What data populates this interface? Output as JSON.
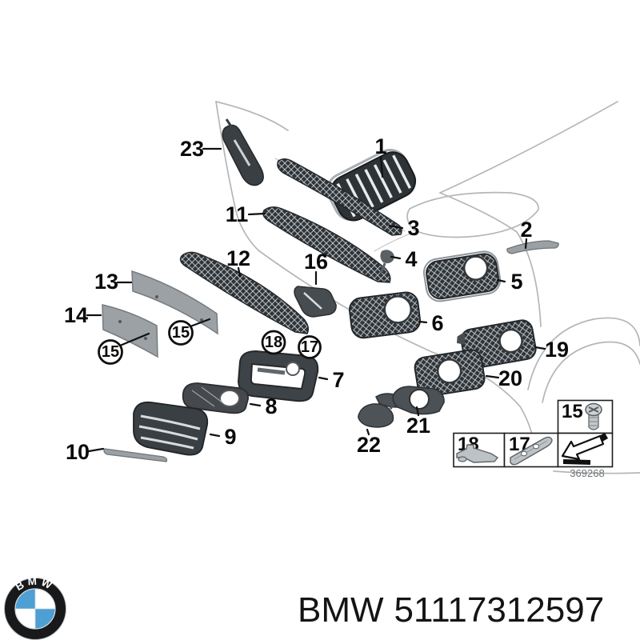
{
  "diagram": {
    "callouts": [
      "1",
      "2",
      "3",
      "4",
      "5",
      "6",
      "7",
      "8",
      "9",
      "10",
      "11",
      "12",
      "13",
      "14",
      "16",
      "19",
      "20",
      "21",
      "22",
      "23"
    ],
    "circled_callouts": [
      "15",
      "15",
      "18",
      "17"
    ],
    "legend": {
      "screw_item_number": "15",
      "bracket_left_item_number": "18",
      "bracket_right_item_number": "17",
      "drawing_number": "369268"
    }
  },
  "footer": {
    "logo_letters": "BMW",
    "brand": "BMW",
    "part_number": "51117312597"
  },
  "colors": {
    "part_dark": "#2f3439",
    "part_plate_gray": "#9ba1a5",
    "car_outline_gray": "#b3b7ba",
    "bmw_logo_blue": "#4d9fd4",
    "label_black": "#0a0a0a"
  }
}
